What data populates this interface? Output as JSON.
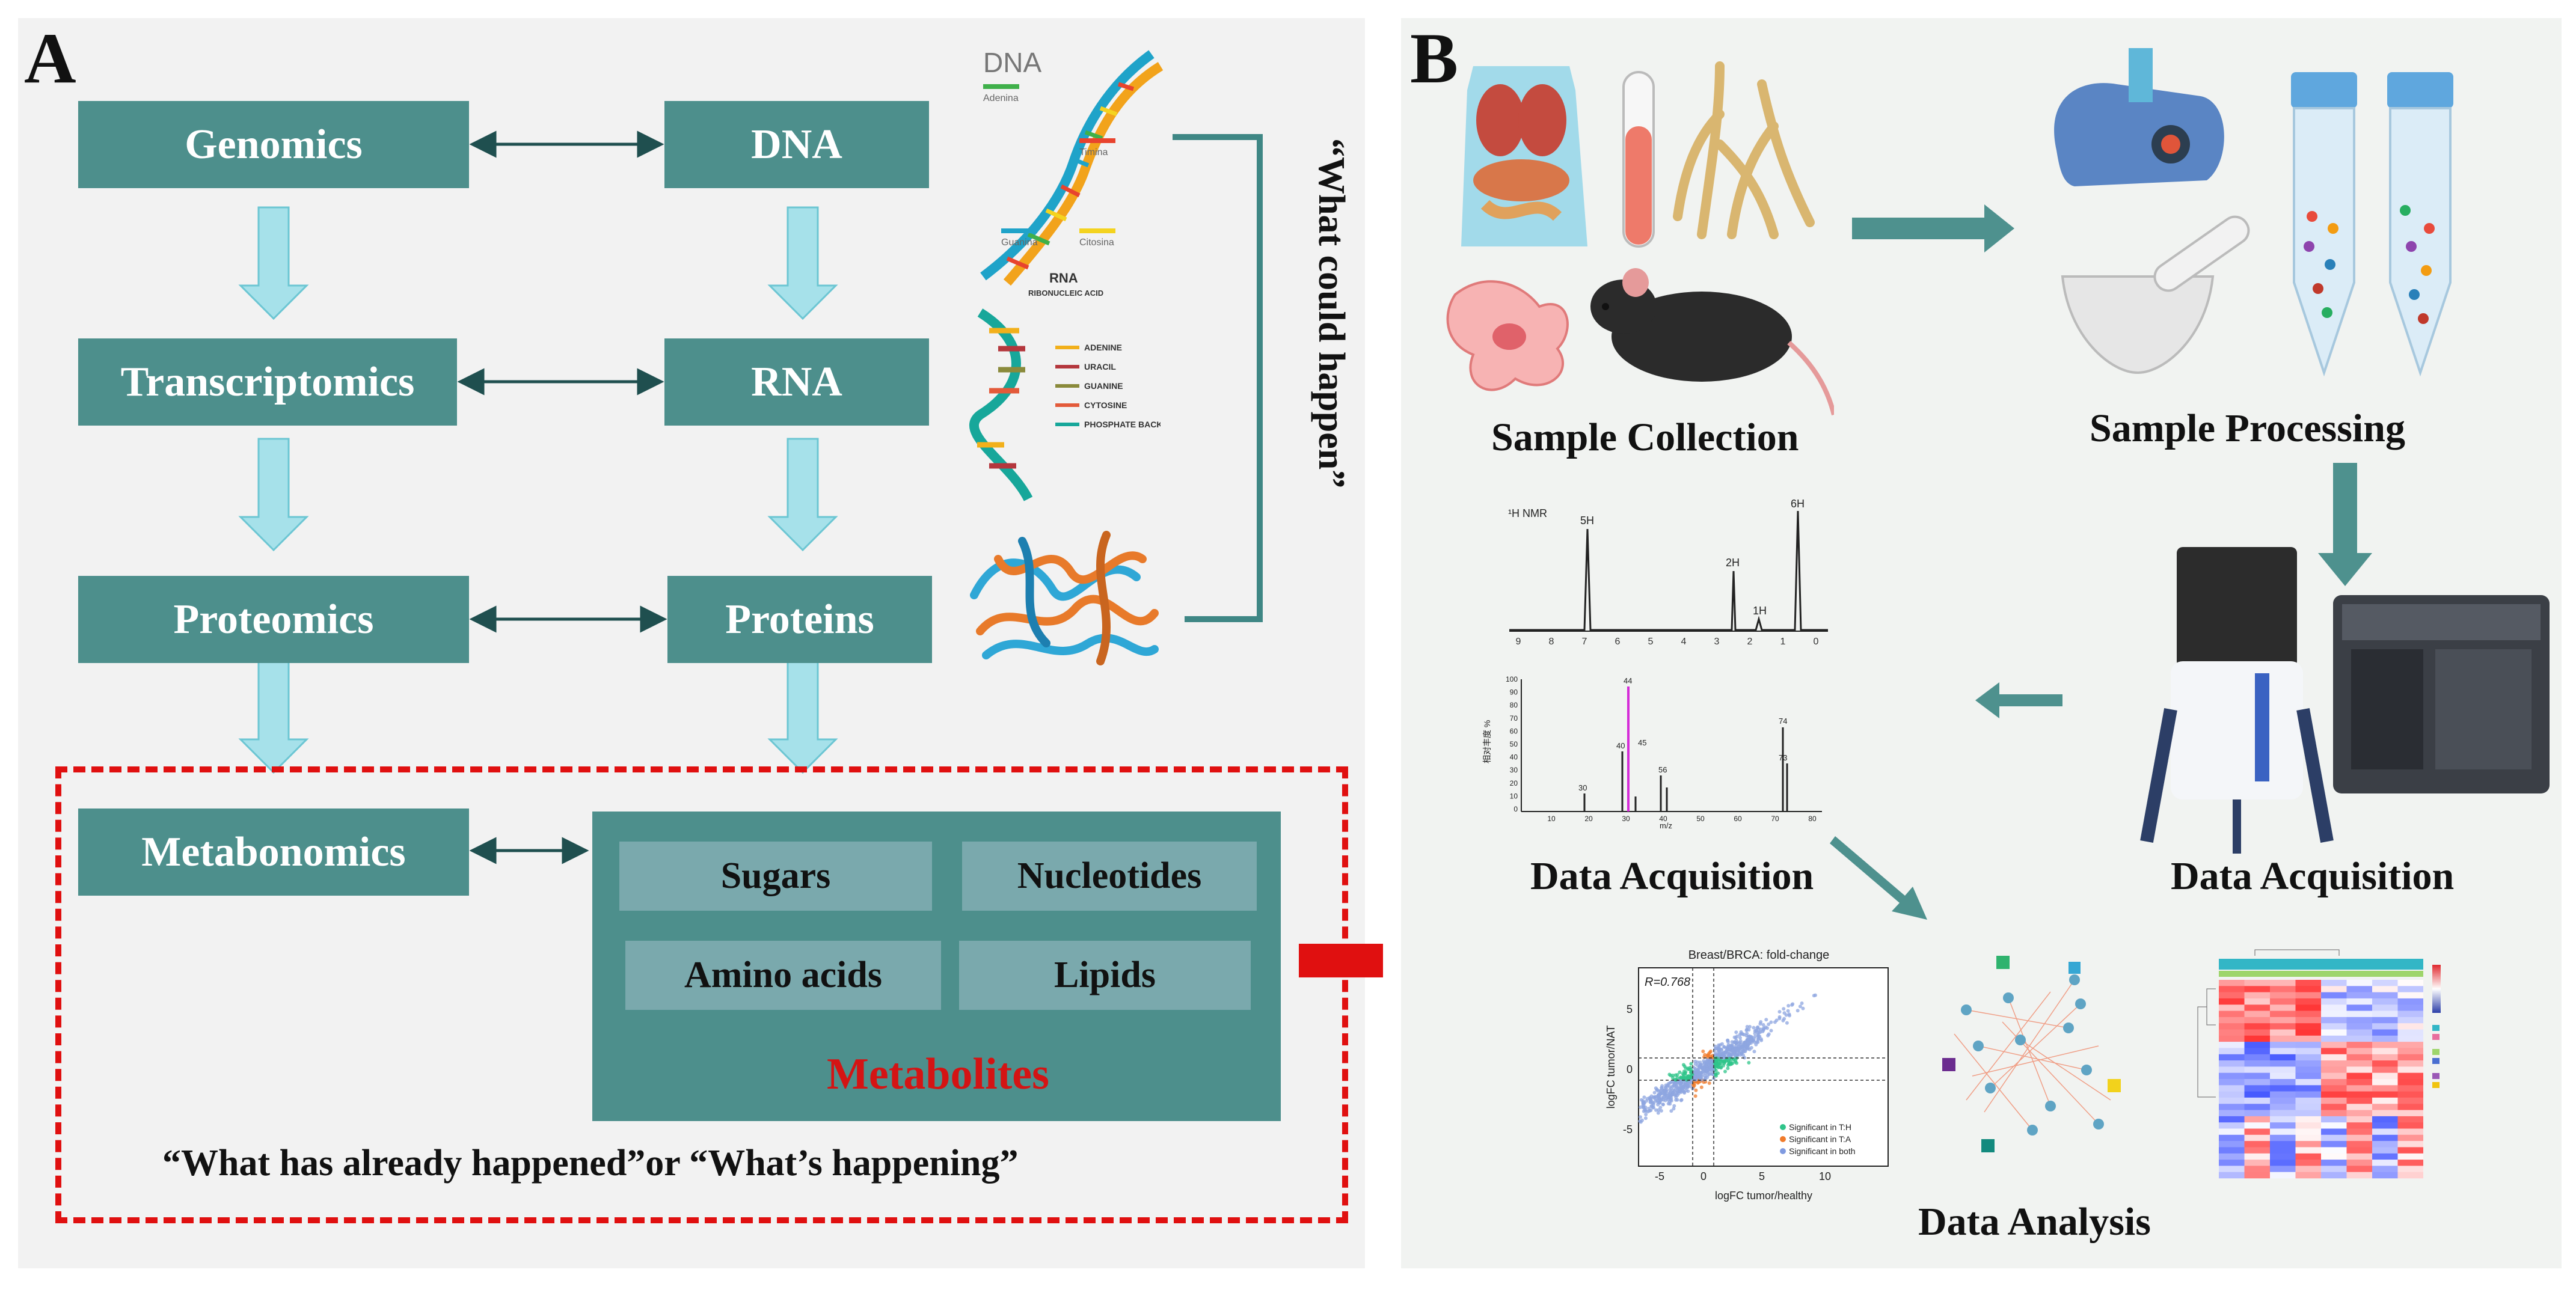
{
  "panel_a": {
    "letter": "A",
    "boxes": {
      "genomics": "Genomics",
      "dna": "DNA",
      "transcriptomics": "Transcriptomics",
      "rna": "RNA",
      "proteomics": "Proteomics",
      "proteins": "Proteins",
      "metabonomics": "Metabonomics"
    },
    "metabolites": {
      "sugars": "Sugars",
      "nucleotides": "Nucleotides",
      "amino_acids": "Amino acids",
      "lipids": "Lipids",
      "title": "Metabolites"
    },
    "future_quote": "“What could happen”",
    "past_quote": "“What has already happened”or “What’s happening”",
    "illustrations": {
      "dna_title": "DNA",
      "dna_bases": [
        "Adenina",
        "Timina",
        "Guanina",
        "Citosina"
      ],
      "rna_title": "RNA",
      "rna_subtitle": "RIBONUCLEIC ACID",
      "rna_legend": [
        "ADENINE",
        "URACIL",
        "GUANINE",
        "CYTOSINE",
        "PHOSPHATE BACKBONE"
      ]
    }
  },
  "panel_b": {
    "letter": "B",
    "labels": {
      "sample_collection": "Sample Collection",
      "sample_processing": "Sample Processing",
      "data_acquisition_left": "Data Acquisition",
      "data_acquisition_right": "Data Acquisition",
      "data_analysis": "Data Analysis"
    },
    "nmr": {
      "title": "¹H NMR",
      "peaks": [
        "5H",
        "2H",
        "1H",
        "6H"
      ],
      "ticks": [
        "9",
        "8",
        "7",
        "6",
        "5",
        "4",
        "3",
        "2",
        "1",
        "0"
      ]
    },
    "ms": {
      "ylabel": "相对丰度 %",
      "yticks": [
        "100",
        "90",
        "80",
        "70",
        "60",
        "50",
        "40",
        "30",
        "20",
        "10",
        "0"
      ],
      "xticks": [
        "10",
        "20",
        "30",
        "40",
        "50",
        "60",
        "70",
        "80"
      ],
      "xlabel": "m/z",
      "peak_labels": [
        "30",
        "40",
        "44",
        "45",
        "56",
        "73",
        "74"
      ]
    },
    "scatter": {
      "title": "Breast/BRCA: fold-change",
      "r_text": "R=0.768",
      "xlabel": "logFC tumor/healthy",
      "ylabel": "logFC tumor/NAT",
      "xticks": [
        "-5",
        "0",
        "5",
        "10"
      ],
      "yticks": [
        "5",
        "0",
        "-5"
      ],
      "legend": [
        "Significant in T:H",
        "Significant in T:A",
        "Significant in both"
      ]
    }
  },
  "colors": {
    "teal_box": "#4d8f8c",
    "sub_box": "#7aa9ad",
    "arrow_fill": "#a6e1ea",
    "red": "#e01010",
    "metabolites_text": "#d41414"
  }
}
